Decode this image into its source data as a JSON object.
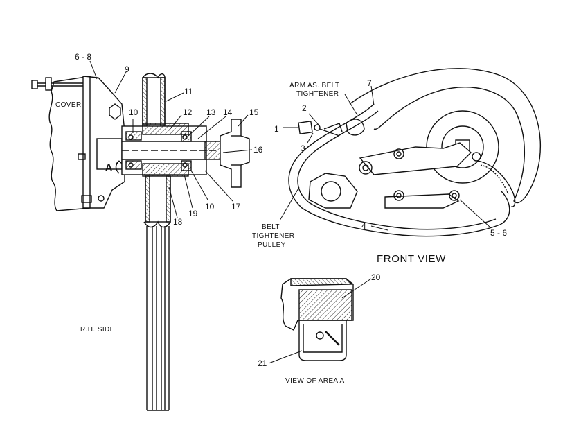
{
  "labels": {
    "cover": "COVER",
    "rh_side": "R.H. SIDE",
    "arm_line1": "ARM AS. BELT",
    "arm_line2": "TIGHTENER",
    "belt_line1": "BELT",
    "belt_line2": "TIGHTENER",
    "belt_line3": "PULLEY",
    "front_view": "FRONT VIEW",
    "view_area": "VIEW  OF  AREA  A",
    "area_marker": "A"
  },
  "callouts": {
    "c1": "1",
    "c2": "2",
    "c3": "3",
    "c4": "4",
    "c5_6": "5 - 6",
    "c6_8": "6 - 8",
    "c7": "7",
    "c9": "9",
    "c10a": "10",
    "c10b": "10",
    "c11": "11",
    "c12": "12",
    "c13": "13",
    "c14": "14",
    "c15": "15",
    "c16": "16",
    "c17": "17",
    "c18": "18",
    "c19": "19",
    "c20": "20",
    "c21": "21"
  }
}
